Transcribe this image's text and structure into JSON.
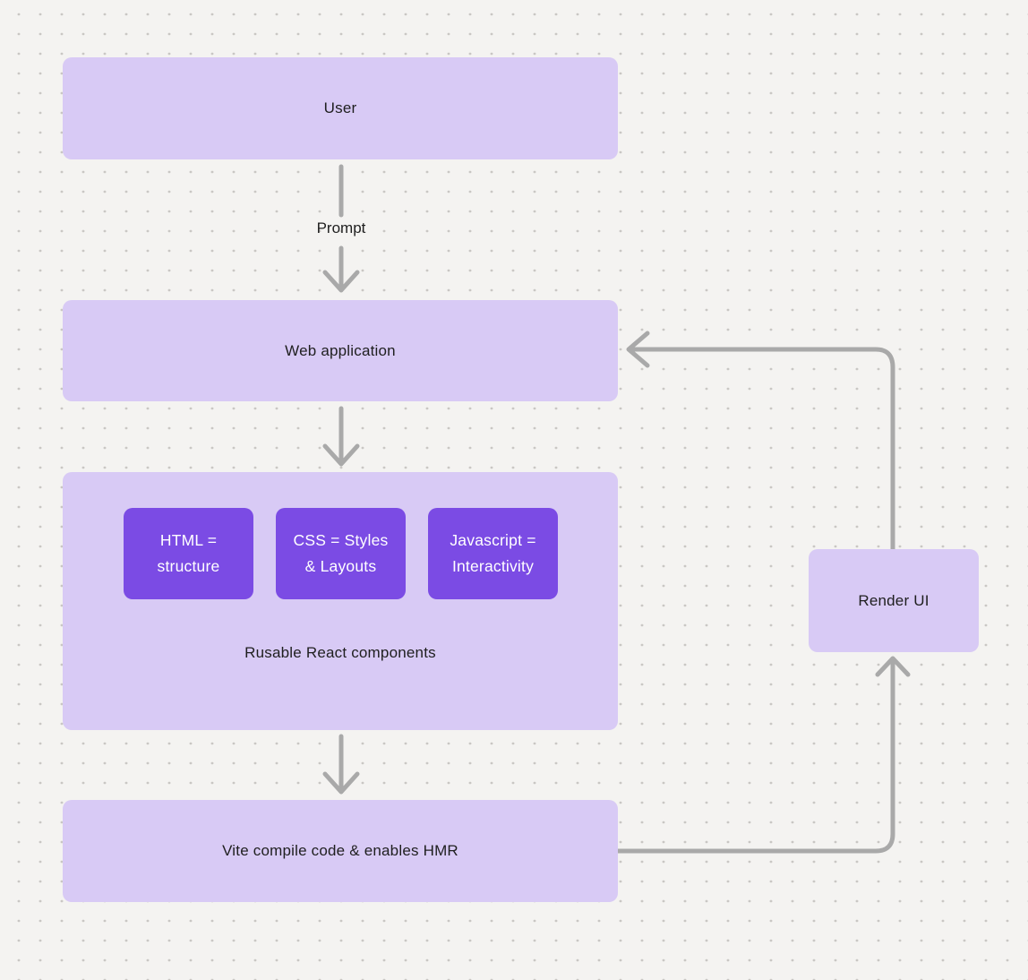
{
  "colors": {
    "canvas_bg": "#f4f3f1",
    "dot_color": "#c9c7c4",
    "box_fill": "#d8caf5",
    "accent_fill": "#7b4be4",
    "accent_text": "#ffffff",
    "text_color": "#1f1f1f",
    "arrow_color": "#a9a9a9"
  },
  "nodes": {
    "user": {
      "label": "User"
    },
    "web_application": {
      "label": "Web application"
    },
    "components_group": {
      "label": "Rusable React components",
      "children": [
        {
          "line1": "HTML =",
          "line2": "structure"
        },
        {
          "line1": "CSS = Styles",
          "line2": "& Layouts"
        },
        {
          "line1": "Javascript =",
          "line2": "Interactivity"
        }
      ]
    },
    "vite": {
      "label": "Vite compile code & enables HMR"
    },
    "render_ui": {
      "label": "Render UI"
    }
  },
  "edges": {
    "prompt": {
      "label": "Prompt",
      "from": "user",
      "to": "web_application"
    },
    "webapp_to_components": {
      "from": "web_application",
      "to": "components_group"
    },
    "components_to_vite": {
      "from": "components_group",
      "to": "vite"
    },
    "vite_to_render": {
      "from": "vite",
      "to": "render_ui"
    },
    "render_to_webapp": {
      "from": "render_ui",
      "to": "web_application"
    }
  }
}
